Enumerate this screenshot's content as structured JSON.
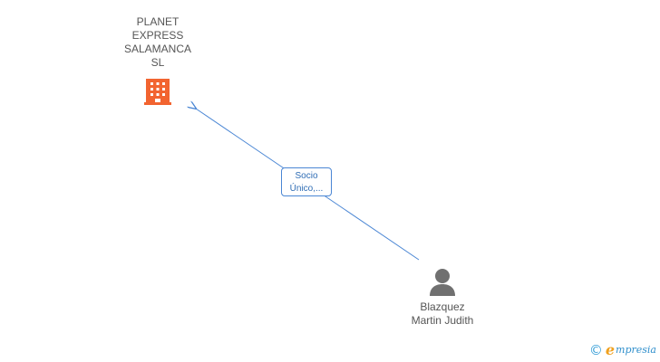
{
  "diagram": {
    "company": {
      "name": "PLANET EXPRESS SALAMANCA SL",
      "icon": "building-icon",
      "color": "#f26430"
    },
    "person": {
      "name": "Blazquez Martin Judith",
      "icon": "person-icon",
      "color": "#707070"
    },
    "relation": {
      "line1": "Socio",
      "line2": "Único,...",
      "color": "#4a86d4"
    }
  },
  "brand": {
    "copyright_symbol": "©",
    "logo_initial": "e",
    "logo_rest": "mpresia"
  }
}
